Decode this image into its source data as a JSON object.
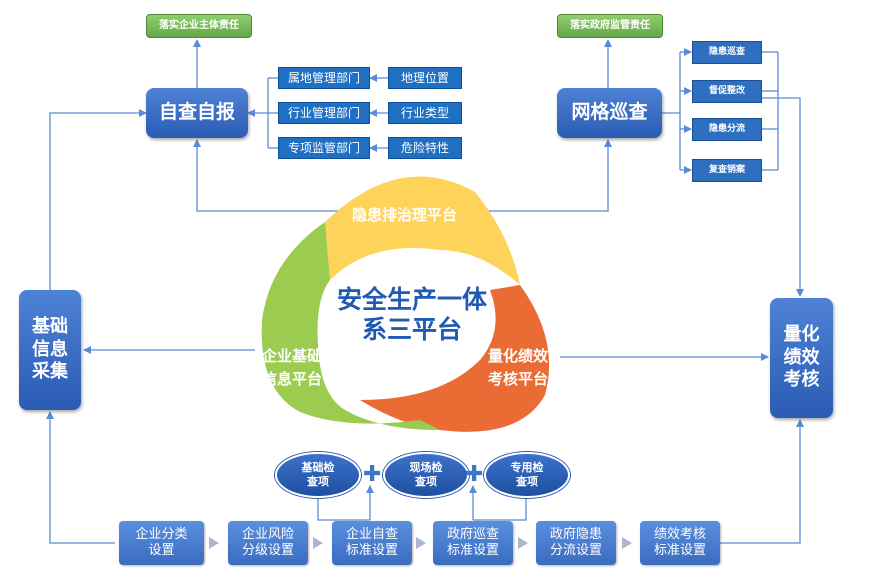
{
  "title": "安全生产一体\n系三平台",
  "petals": {
    "yellow": "隐患排治理平台",
    "green": "企业基础\n信息平台",
    "orange": "量化绩效\n考核平台"
  },
  "colors": {
    "yellow": "#fdd35a",
    "green": "#9bcb4f",
    "orange": "#ea6b33",
    "blue": "#2a5cb3",
    "line": "#5b8bd6"
  },
  "top_left": {
    "tag": "落实企业主体责任",
    "main": "自查自报",
    "departments": [
      "属地管理部门",
      "行业管理部门",
      "专项监管部门"
    ],
    "attributes": [
      "地理位置",
      "行业类型",
      "危险特性"
    ]
  },
  "top_right": {
    "tag": "落实政府监管责任",
    "main": "网格巡查",
    "steps": [
      "隐患巡查",
      "督促整改",
      "隐患分流",
      "复查销案"
    ]
  },
  "left_main": "基础\n信息\n采集",
  "right_main": "量化\n绩效\n考核",
  "checks": [
    "基础检\n查项",
    "现场检\n查项",
    "专用检\n查项"
  ],
  "check_plus": "✚",
  "bottom_steps": [
    "企业分类\n设置",
    "企业风险\n分级设置",
    "企业自查\n标准设置",
    "政府巡查\n标准设置",
    "政府隐患\n分流设置",
    "绩效考核\n标准设置"
  ]
}
